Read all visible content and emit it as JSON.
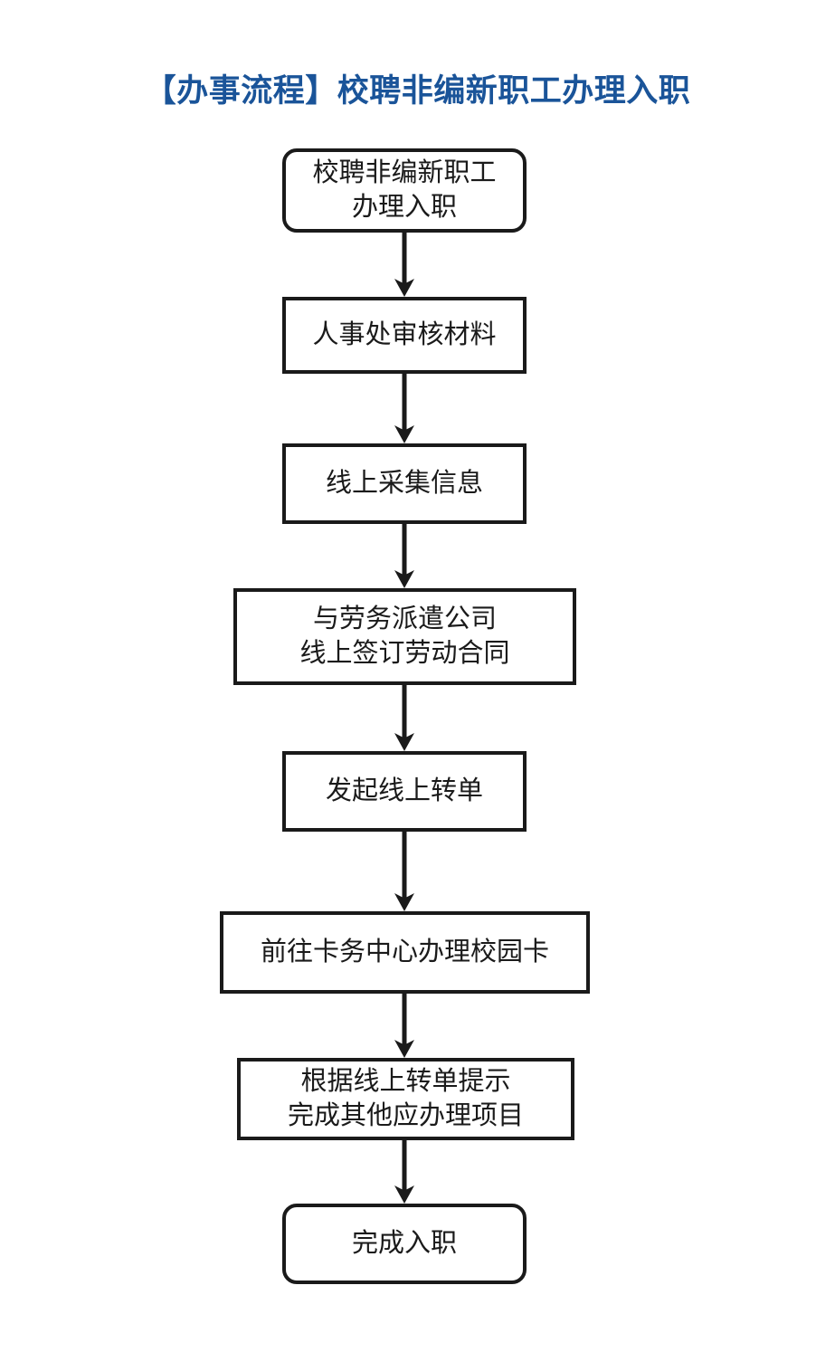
{
  "page": {
    "background": "#ffffff"
  },
  "title": {
    "text": "【办事流程】校聘非编新职工办理入职",
    "color": "#1a5499"
  },
  "flow": {
    "type": "flowchart",
    "direction": "top-to-bottom",
    "stroke_color": "#1a1a1a",
    "node_fill": "#ffffff",
    "nodes": [
      {
        "id": "start",
        "shape": "rounded",
        "label": "校聘非编新职工\n办理入职"
      },
      {
        "id": "step-1",
        "shape": "rect",
        "label": "人事处审核材料"
      },
      {
        "id": "step-2",
        "shape": "rect",
        "label": "线上采集信息"
      },
      {
        "id": "step-3",
        "shape": "rect",
        "label": "与劳务派遣公司\n线上签订劳动合同"
      },
      {
        "id": "step-4",
        "shape": "rect",
        "label": "发起线上转单"
      },
      {
        "id": "step-5",
        "shape": "rect",
        "label": "前往卡务中心办理校园卡"
      },
      {
        "id": "step-6",
        "shape": "rect",
        "label": "根据线上转单提示\n完成其他应办理项目"
      },
      {
        "id": "end",
        "shape": "rounded",
        "label": "完成入职"
      }
    ],
    "edges": [
      {
        "from": "start",
        "to": "step-1",
        "arrow": "down"
      },
      {
        "from": "step-1",
        "to": "step-2",
        "arrow": "down"
      },
      {
        "from": "step-2",
        "to": "step-3",
        "arrow": "down"
      },
      {
        "from": "step-3",
        "to": "step-4",
        "arrow": "down"
      },
      {
        "from": "step-4",
        "to": "step-5",
        "arrow": "down"
      },
      {
        "from": "step-5",
        "to": "step-6",
        "arrow": "down"
      },
      {
        "from": "step-6",
        "to": "end",
        "arrow": "down"
      }
    ]
  }
}
